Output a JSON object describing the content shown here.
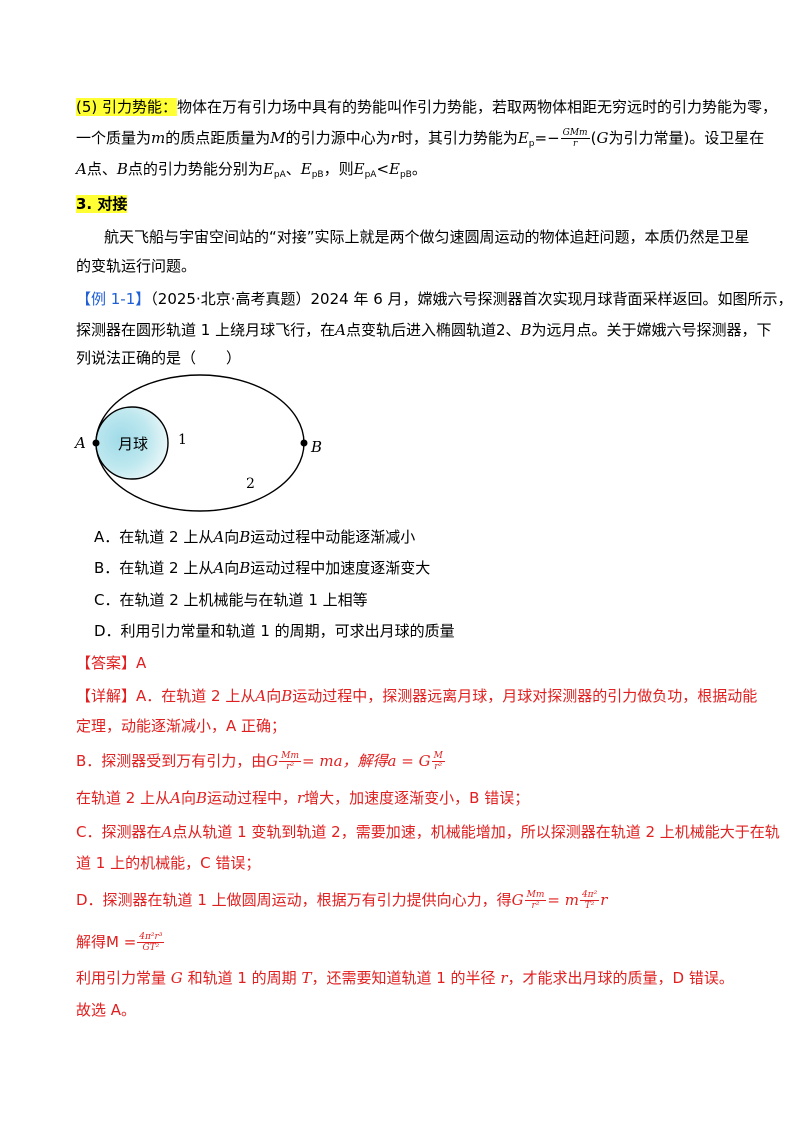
{
  "section5": {
    "label": "(5) 引力势能：",
    "text1": "物体在万有引力场中具有的势能叫作引力势能，若取两物体相距无穷远时的引力势能为零，",
    "text2a": "一个质量为",
    "m": "m",
    "text2b": "的质点距质量为",
    "M": "M",
    "text2c": "的引力源中心为",
    "r": "r",
    "text2d": "时，其引力势能为",
    "ep": "E",
    "ep_sub": "p",
    "eq": "=−",
    "frac_num": "GMm",
    "frac_den": "r",
    "text2e": "(",
    "G": "G",
    "text2f": "为引力常量)。设卫星在",
    "text3a": "A",
    "text3b": "点、",
    "text3c": "B",
    "text3d": "点的引力势能分别为",
    "epa": "E",
    "epa_sub": "pA",
    "sep": "、",
    "epb": "E",
    "epb_sub": "pB",
    "text3e": "，则",
    "lt": "<",
    "end": "。"
  },
  "section3": {
    "heading": "3. 对接",
    "p1": "航天飞船与宇宙空间站的“对接”实际上就是两个做匀速圆周运动的物体追赶问题，本质仍然是卫星",
    "p2": "的变轨运行问题。"
  },
  "example": {
    "tag": "【例 1-1】",
    "line1": "（2025·北京·高考真题）2024 年 6 月，嫦娥六号探测器首次实现月球背面采样返回。如图所示，",
    "line2a": "探测器在圆形轨道 1 上绕月球飞行，在",
    "A": "A",
    "line2b": "点变轨后进入椭圆轨道2、",
    "B": "B",
    "line2c": "为远月点。关于嫦娥六号探测器，下",
    "line3": "列说法正确的是（　　）"
  },
  "figure": {
    "label_A": "A",
    "label_B": "B",
    "moon": "月球",
    "orbit1": "1",
    "orbit2": "2"
  },
  "options": {
    "a1": "A．在轨道 2 上从",
    "a2": "向",
    "a3": "运动过程中动能逐渐减小",
    "b1": "B．在轨道 2 上从",
    "b2": "向",
    "b3": "运动过程中加速度逐渐变大",
    "c": "C．在轨道 2 上机械能与在轨道 1 上相等",
    "d": "D．利用引力常量和轨道 1 的周期，可求出月球的质量"
  },
  "answer": {
    "label": "【答案】",
    "value": "A"
  },
  "detail": {
    "label": "【详解】",
    "a1": "A．在轨道 2 上从",
    "a2": "向",
    "a3": "运动过程中，探测器远离月球，月球对探测器的引力做负功，根据动能",
    "a4": "定理，动能逐渐减小，A 正确；",
    "b1": "B．探测器受到万有引力，由",
    "b_eq1": "= ma，解得a = G",
    "b_mm": "Mm",
    "b_r2": "r²",
    "b_M": "M",
    "b_G": "G",
    "b2a": "在轨道 2 上从",
    "b2b": "向",
    "b2c": "运动过程中，",
    "b2d": "增大，加速度逐渐变小，B 错误；",
    "c1": "C．探测器在",
    "c1b": "点从轨道 1 变轨到轨道 2，需要加速，机械能增加，所以探测器在轨道 2 上机械能大于在轨",
    "c2": "道 1 上的机械能，C 错误；",
    "d1": "D．探测器在轨道 1 上做圆周运动，根据万有引力提供向心力，得",
    "d_eq": "= m",
    "d_4pi": "4π²",
    "d_T2": "T²",
    "d_r": "r",
    "d2": "解得M =",
    "d2_num": "4π²r³",
    "d2_den": "GT²",
    "d3a": "利用引力常量",
    "d3b": "和轨道 1 的周期",
    "d3c": "，还需要知道轨道 1 的半径",
    "d3d": "，才能求出月球的质量，D 错误。",
    "T": "T",
    "final": "故选 A。"
  }
}
